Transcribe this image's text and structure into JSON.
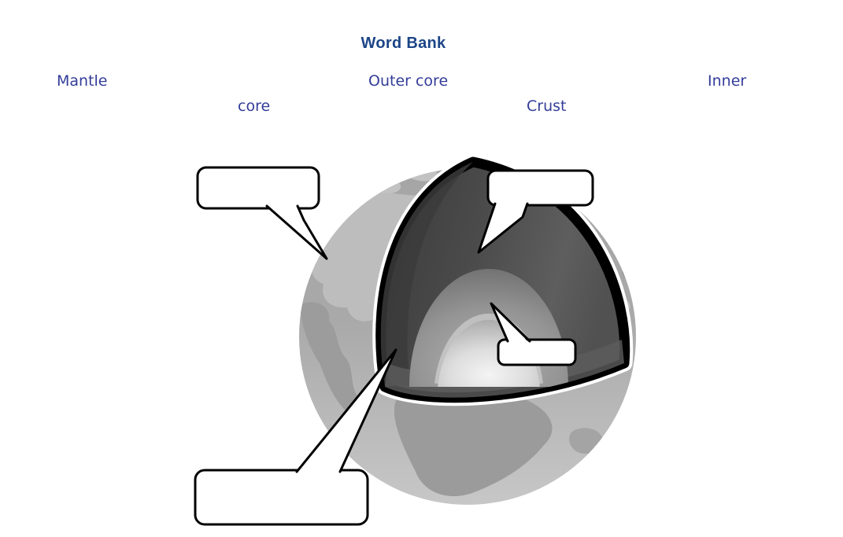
{
  "page": {
    "background": "#ffffff"
  },
  "word_bank": {
    "title": "Word Bank",
    "tokens": [
      "Mantle",
      "Outer core",
      "Inner",
      "core",
      "Crust"
    ]
  },
  "diagram": {
    "name": "earth-layers-cutaway",
    "callouts": [
      {
        "id": "top-left",
        "value": ""
      },
      {
        "id": "top-right",
        "value": ""
      },
      {
        "id": "middle-right",
        "value": ""
      },
      {
        "id": "bottom-left",
        "value": ""
      }
    ]
  },
  "colors": {
    "title": "#1c4587",
    "token": "#333d99"
  }
}
